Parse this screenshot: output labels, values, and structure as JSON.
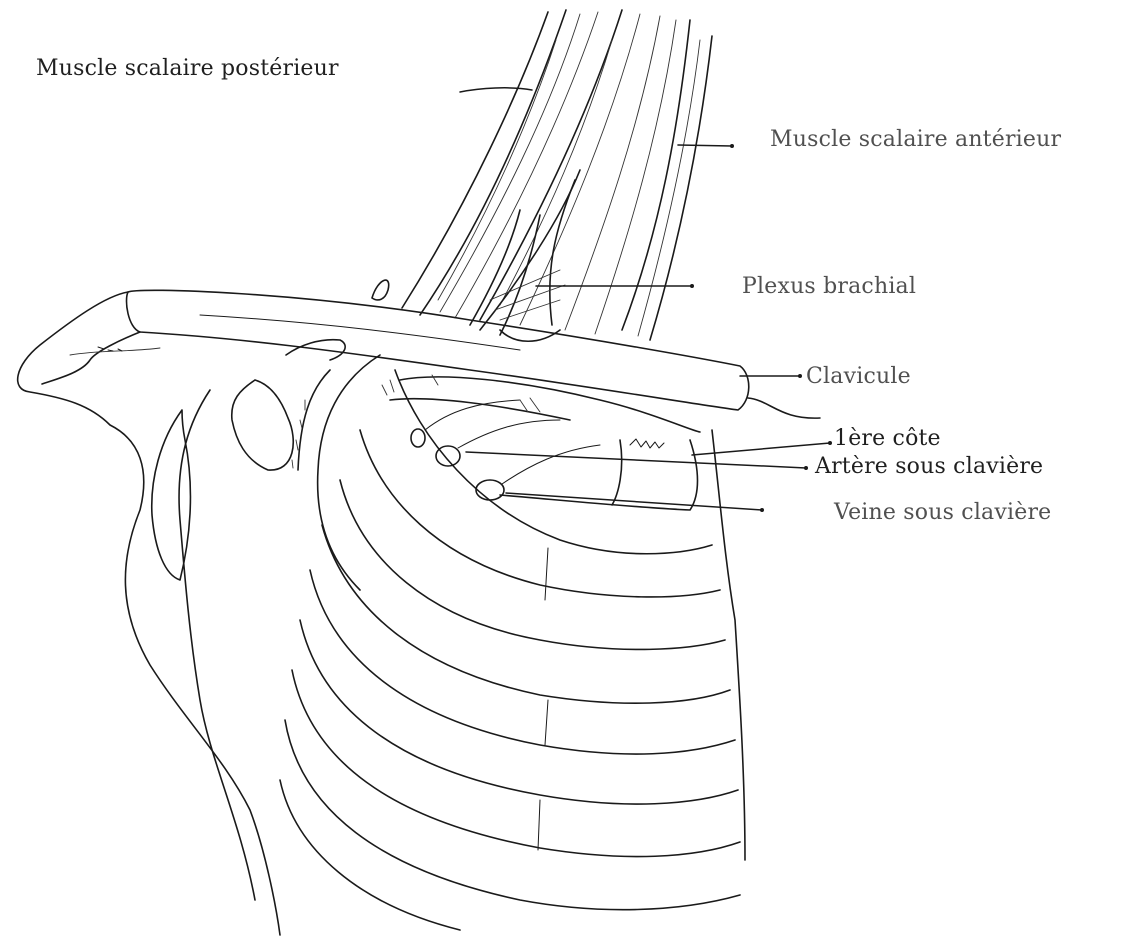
{
  "labels": {
    "posterior_scalene": "Muscle scalaire postérieur",
    "anterior_scalene": "Muscle scalaire antérieur",
    "brachial_plexus": "Plexus brachial",
    "clavicle": "Clavicule",
    "first_rib": "1ère côte",
    "subclavian_artery": "Artère sous clavière",
    "subclavian_vein": "Veine sous clavière"
  },
  "colors": {
    "ink": "#1a1a1a",
    "paper": "#ffffff"
  }
}
